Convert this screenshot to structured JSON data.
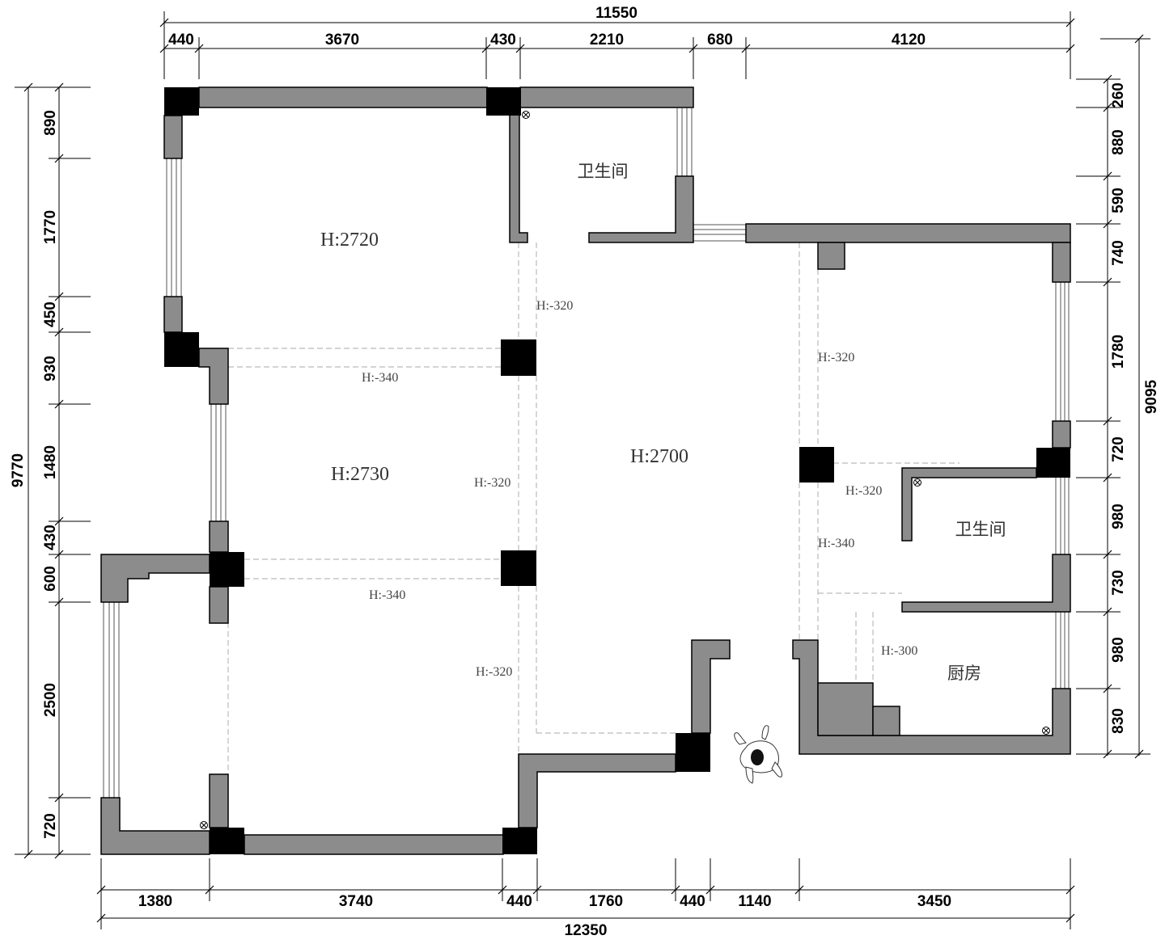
{
  "dimensions": {
    "top_total": "11550",
    "top": [
      "440",
      "3670",
      "430",
      "2210",
      "680",
      "4120"
    ],
    "bottom_total": "12350",
    "bottom": [
      "1380",
      "3740",
      "440",
      "1760",
      "440",
      "1140",
      "3450"
    ],
    "left_total": "9770",
    "left": [
      "890",
      "1770",
      "450",
      "930",
      "1480",
      "430",
      "600",
      "2500",
      "720"
    ],
    "right_total": "9095",
    "right": [
      "260",
      "880",
      "590",
      "740",
      "1780",
      "720",
      "980",
      "730",
      "980",
      "830"
    ]
  },
  "rooms": [
    {
      "height": "H:2720"
    },
    {
      "height": "H:2730"
    },
    {
      "height": "H:2700"
    }
  ],
  "room_names": {
    "bath_top": "卫生间",
    "bath_right": "卫生间",
    "kitchen": "厨房"
  },
  "level_marks": [
    "H:-320",
    "H:-340",
    "H:-320",
    "H:-340",
    "H:-320",
    "H:-320",
    "H:-320",
    "H:-340",
    "H:-300"
  ],
  "icons": {
    "floor_drain": "floor-drain-icon",
    "person": "person-figure-icon"
  },
  "colors": {
    "wall": "#8c8c8c",
    "column": "#000000",
    "background": "#ffffff"
  }
}
